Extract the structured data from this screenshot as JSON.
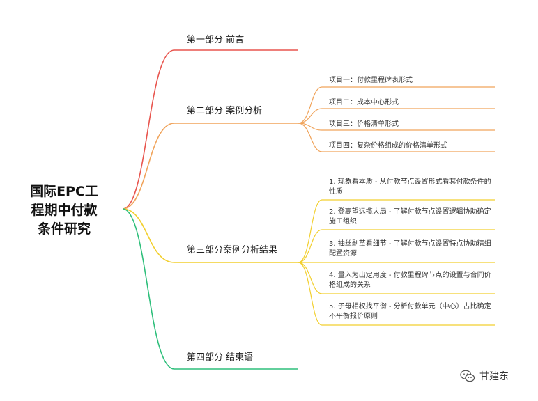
{
  "root": {
    "line1": "国际EPC工",
    "line2": "程期中付款",
    "line3": "条件研究"
  },
  "sections": [
    {
      "label": "第一部分 前言",
      "color": "#e8554e"
    },
    {
      "label": "第二部分 案例分析",
      "color": "#f0a35a",
      "items": [
        "项目一：付款里程碑表形式",
        "项目二：成本中心形式",
        "项目三：价格清单形式",
        "项目四：复杂价格组成的价格清单形式"
      ]
    },
    {
      "label": "第三部分案例分析结果",
      "color": "#f2cf2e",
      "items": [
        "1. 现象看本质 - 从付款节点设置形式看其付款条件的性质",
        "2. 登高望远揽大局 - 了解付款节点设置逻辑协助确定施工组织",
        "3. 抽丝剥茧看细节 - 了解付款节点设置特点协助精细配置资源",
        "4. 量入为出定用度 - 付款里程碑节点的设置与合同价格组成的关系",
        "5. 子母相权找平衡 - 分析付款单元（中心）占比确定不平衡报价原则"
      ]
    },
    {
      "label": "第四部分 结束语",
      "color": "#2ebf7b"
    }
  ],
  "watermark": {
    "text": "甘建东",
    "icon": "wechat-icon"
  }
}
